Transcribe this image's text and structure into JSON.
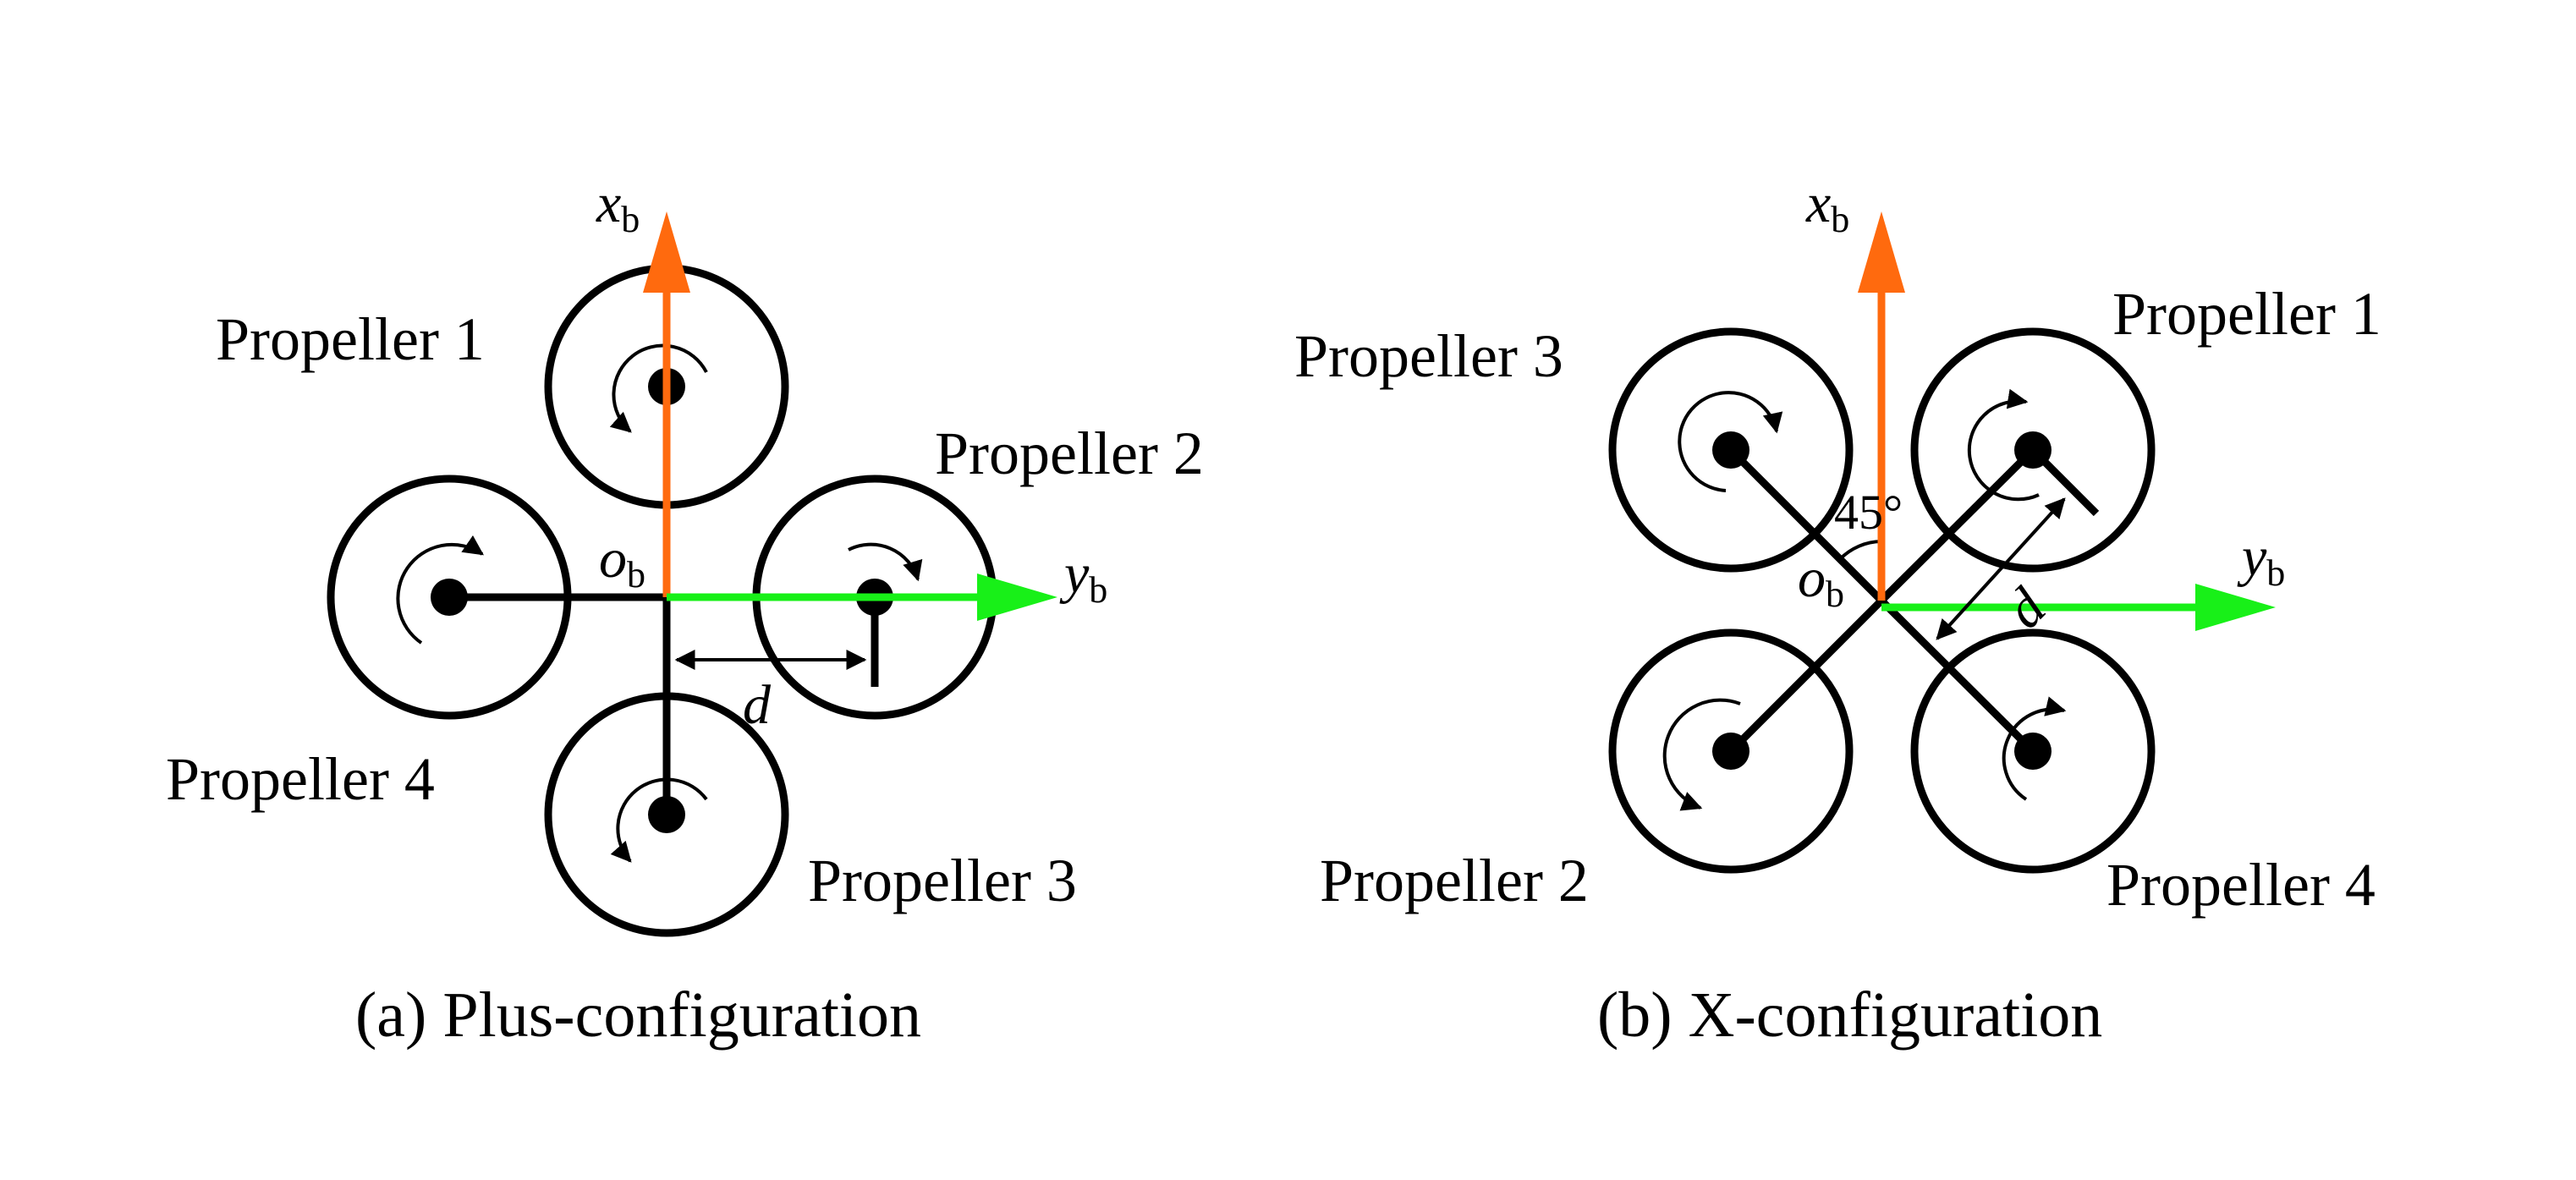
{
  "colors": {
    "x_axis": "#ff6a0e",
    "y_axis": "#18f018",
    "stroke": "#000000",
    "background": "#ffffff"
  },
  "panel_plus": {
    "caption": "(a)  Plus-configuration",
    "propellers": [
      {
        "label": "Propeller 1"
      },
      {
        "label": "Propeller 2"
      },
      {
        "label": "Propeller 3"
      },
      {
        "label": "Propeller 4"
      }
    ],
    "axes": {
      "x_main": "x",
      "x_sub": "b",
      "y_main": "y",
      "y_sub": "b",
      "origin_main": "o",
      "origin_sub": "b"
    },
    "arm_length_label": "d"
  },
  "panel_x": {
    "caption": "(b)  X-configuration",
    "propellers": [
      {
        "label": "Propeller 1"
      },
      {
        "label": "Propeller 2"
      },
      {
        "label": "Propeller 3"
      },
      {
        "label": "Propeller 4"
      }
    ],
    "axes": {
      "x_main": "x",
      "x_sub": "b",
      "y_main": "y",
      "y_sub": "b",
      "origin_main": "o",
      "origin_sub": "b"
    },
    "arm_length_label": "d",
    "angle_label": "45°"
  }
}
